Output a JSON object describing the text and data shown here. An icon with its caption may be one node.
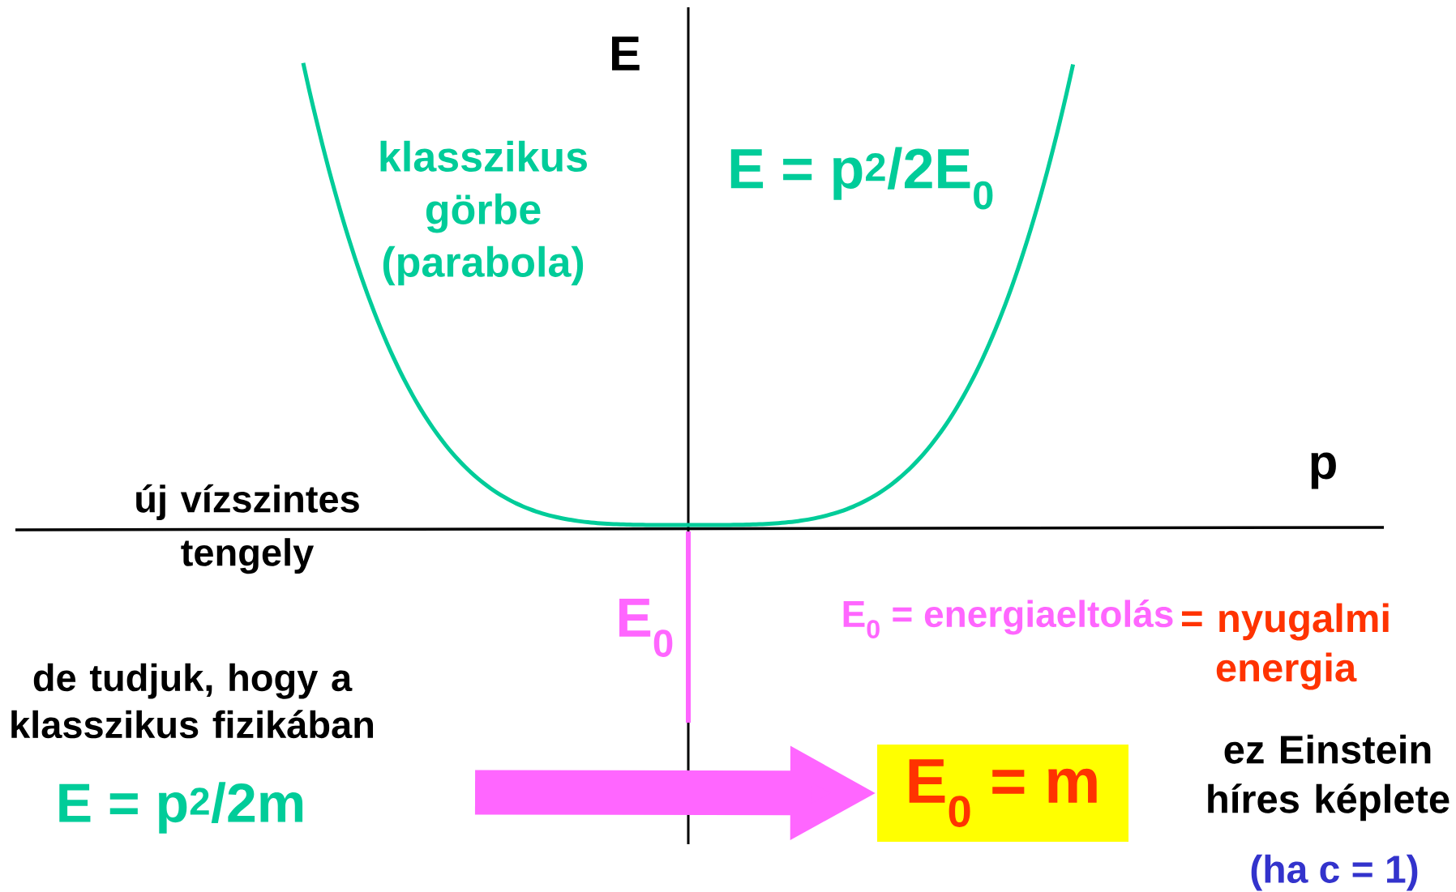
{
  "diagram": {
    "nodes": [
      {
        "text": [
          "E = p$^{2}$/2m"
        ]
      },
      {
        "text": [
          "E$_{0}$ = m"
        ]
      }
    ],
    "edges": [
      {
        "from": null,
        "to": 1,
        "arrow": "to"
      }
    ],
    "labels": [
      "E",
      "klasszikus görbe (parabola)",
      "E = p$^{2}$/2E$_{0}$",
      "p",
      "új vízszintes tengely",
      "E$_{0}$",
      "E$_{0}$ = energiaeltolás",
      "= nyugalmi energia",
      "de tudjuk, hogy a klasszikus fizikában",
      "ez Einstein híres képlete",
      "(ha c = 1)"
    ]
  }
}
